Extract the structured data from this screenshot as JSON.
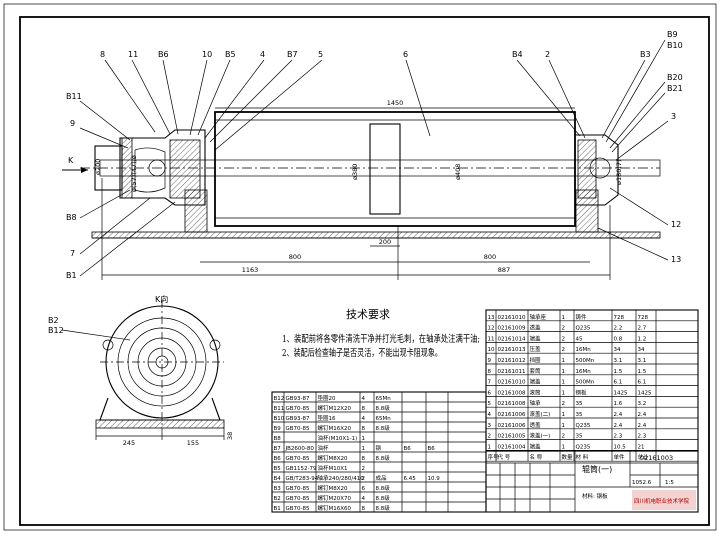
{
  "part_labels_top": [
    "8",
    "11",
    "B6",
    "10",
    "B5",
    "4",
    "B7",
    "5",
    "6",
    "B4",
    "2",
    "B3",
    "B9",
    "B10"
  ],
  "part_labels_side": {
    "left": [
      "B11",
      "9",
      "B8",
      "7",
      "B1"
    ],
    "right": [
      "B20",
      "B21",
      "3",
      "12",
      "13"
    ]
  },
  "view_arrow": "K",
  "view_title": "K向",
  "k_view_labels": [
    "B2",
    "B12"
  ],
  "dimensions": {
    "overall_top": "1450",
    "left_dia": "ø200",
    "left_inner": "ø(57)(47)/ø",
    "drum_dia1": "ø380",
    "drum_dia2": "ø408",
    "right_dia": "ø180(7)",
    "groove": "200",
    "span_left": "800",
    "span_right": "800",
    "bottom_left": "1163",
    "bottom_right": "887",
    "k_width1": "245",
    "k_width2": "155",
    "k_height": "38"
  },
  "tech": {
    "title": "技术要求",
    "lines": [
      "1、装配前将各零件清洗干净并打光毛刺，在轴承处注满干油;",
      "2、装配后检查轴子是否灵活，不能出现卡阻现象。"
    ]
  },
  "std_parts": [
    [
      "B12",
      "GB93-87",
      "垫圈20",
      "4",
      "65Mn",
      "",
      ""
    ],
    [
      "B11",
      "GB70-85",
      "螺钉M12X20",
      "8",
      "8.8级",
      "",
      ""
    ],
    [
      "B10",
      "GB93-87",
      "垫圈16",
      "4",
      "65Mn",
      "",
      ""
    ],
    [
      "B9",
      "GB70-85",
      "螺钉M16X20",
      "8",
      "8.8级",
      "",
      ""
    ],
    [
      "B8",
      "",
      "油杯(M10X1-1)",
      "1",
      "",
      "",
      ""
    ],
    [
      "B7",
      "JB2600-80",
      "油杯",
      "1",
      "钢",
      "B6",
      "B6"
    ],
    [
      "B6",
      "GB70-85",
      "螺钉M8X20",
      "8",
      "8.8级",
      "",
      ""
    ],
    [
      "B5",
      "GB1152-79",
      "油杯M10X1",
      "2",
      "",
      "",
      ""
    ],
    [
      "B4",
      "GB/T283-94",
      "轴承240/280/410",
      "2",
      "成品",
      "6.45",
      "10.9"
    ],
    [
      "B3",
      "GB70-85",
      "螺钉M8X20",
      "6",
      "8.8级",
      "",
      ""
    ],
    [
      "B2",
      "GB70-85",
      "螺钉M20X70",
      "4",
      "8.8级",
      "",
      ""
    ],
    [
      "B1",
      "GB70-85",
      "螺钉M16X60",
      "8",
      "8.8级",
      "",
      ""
    ]
  ],
  "bom": [
    [
      "13",
      "02161010",
      "轴承座",
      "1",
      "铸件",
      "728",
      "728"
    ],
    [
      "12",
      "02161009",
      "透盖",
      "2",
      "Q235",
      "2.2",
      "2.7"
    ],
    [
      "11",
      "02161014",
      "端盖",
      "2",
      "45",
      "0.8",
      "1.2"
    ],
    [
      "10",
      "02161013",
      "压盖",
      "2",
      "16Mn",
      "34",
      "34"
    ],
    [
      "9",
      "02161012",
      "挡圈",
      "1",
      "500Mn",
      "3.1",
      "3.1"
    ],
    [
      "8",
      "02161011",
      "套筒",
      "1",
      "16Mn",
      "1.5",
      "1.5"
    ],
    [
      "7",
      "02161010",
      "端盖",
      "1",
      "500Mn",
      "6.1",
      "6.1"
    ],
    [
      "6",
      "02161008",
      "滚筒",
      "1",
      "钢板",
      "1425",
      "1425"
    ],
    [
      "5",
      "02161008",
      "轴承",
      "2",
      "35",
      "1.6",
      "3.2"
    ],
    [
      "4",
      "02161006",
      "滚盖(二)",
      "1",
      "35",
      "2.4",
      "2.4"
    ],
    [
      "3",
      "02161006",
      "透盖",
      "1",
      "Q235",
      "2.4",
      "2.4"
    ],
    [
      "2",
      "02161005",
      "滚盖(一)",
      "2",
      "35",
      "2.3",
      "2.3"
    ],
    [
      "1",
      "02161004",
      "端盖",
      "1",
      "Q235",
      "10.5",
      "21"
    ]
  ],
  "bom_header": [
    "序号",
    "代 号",
    "名 称",
    "数量",
    "材 料",
    "单件",
    "总计"
  ],
  "title_block": {
    "name": "辊筒(一)",
    "code": "02161003",
    "scale": "1:5",
    "weight": "1052.6",
    "note": "材料: 钢板",
    "school": "四川机电职业技术学院"
  }
}
